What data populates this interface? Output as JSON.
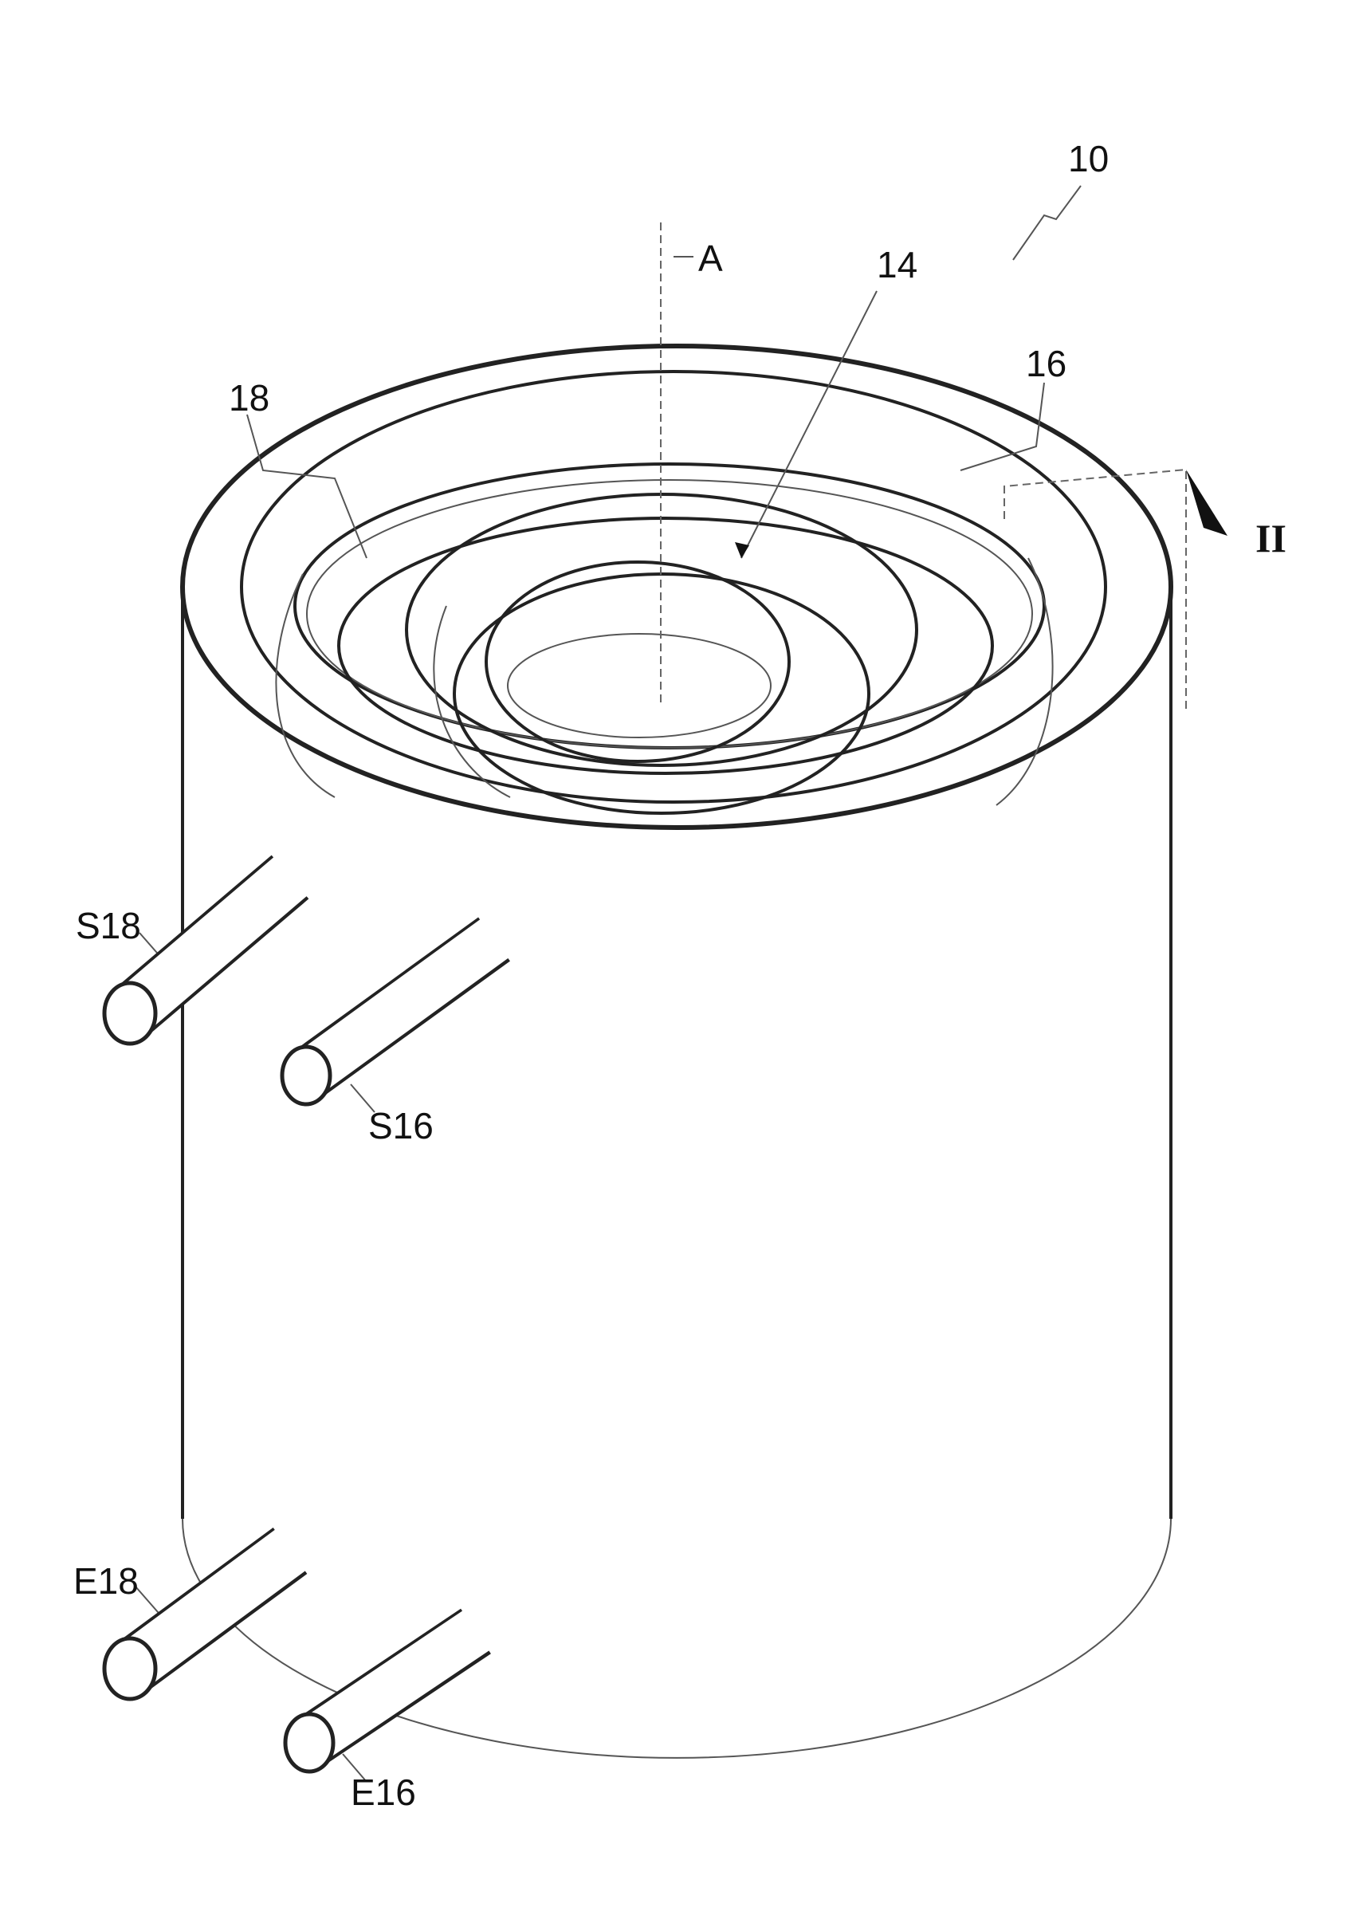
{
  "figure": {
    "labels": {
      "device": "10",
      "axis": "A",
      "core": "14",
      "channel_16": "16",
      "channel_18": "18",
      "section": "II",
      "outlet_18": "S18",
      "outlet_16": "S16",
      "inlet_18": "E18",
      "inlet_16": "E16"
    }
  }
}
